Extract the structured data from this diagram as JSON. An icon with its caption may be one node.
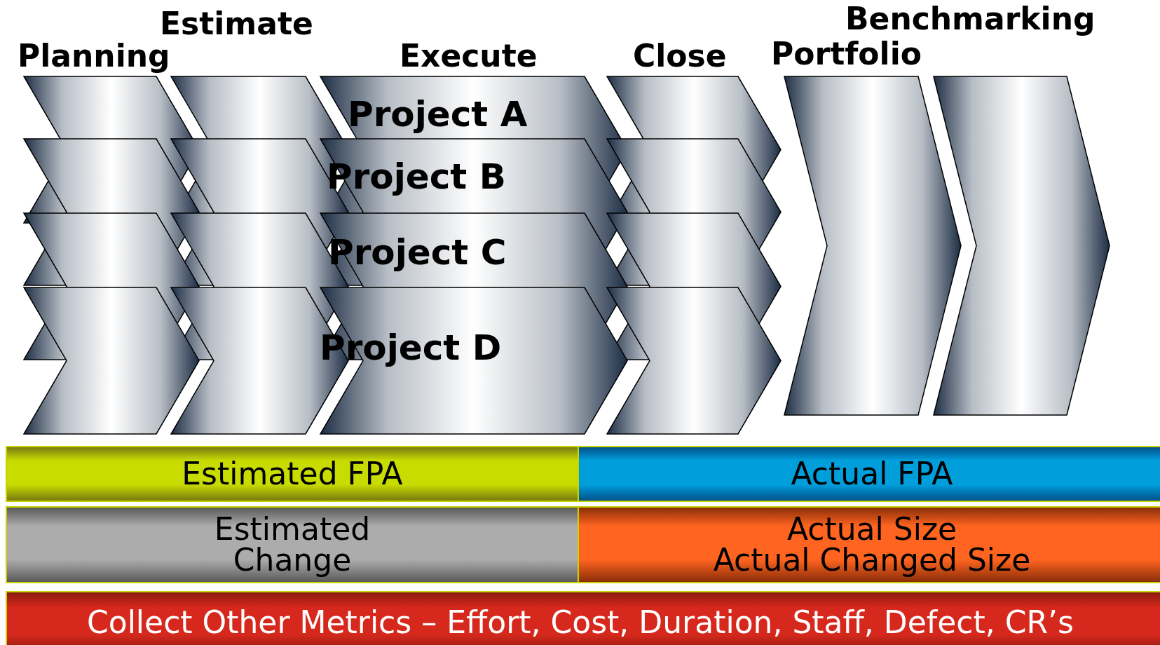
{
  "diagram": {
    "nodes": [
      {
        "text": [],
        "shape": "chevron"
      },
      {
        "text": [],
        "shape": "chevron"
      },
      {
        "text": [
          "Project A"
        ]
      },
      {
        "text": [],
        "shape": "chevron"
      },
      {
        "text": [],
        "shape": "chevron"
      },
      {
        "text": [],
        "shape": "chevron"
      },
      {
        "text": [
          "Project B"
        ]
      },
      {
        "text": [],
        "shape": "chevron"
      },
      {
        "text": [],
        "shape": "chevron"
      },
      {
        "text": [],
        "shape": "chevron"
      },
      {
        "text": [
          "Project C"
        ]
      },
      {
        "text": [],
        "shape": "chevron"
      },
      {
        "text": [],
        "shape": "chevron"
      },
      {
        "text": [],
        "shape": "chevron"
      },
      {
        "text": [
          "Project D"
        ]
      },
      {
        "text": [],
        "shape": "chevron"
      },
      {
        "text": [
          "Portfolio"
        ]
      },
      {
        "text": [
          "Benchmarking"
        ]
      },
      {
        "text": [
          "Estimated FPA"
        ]
      },
      {
        "text": [
          "Actual FPA"
        ]
      },
      {
        "text": [
          "Estimated Change"
        ]
      },
      {
        "text": [
          "Actual Size",
          "Actual Changed Size"
        ]
      },
      {
        "text": [
          "Collect Other Metrics – Effort, Cost, Duration, Staff, Defect, CR’s"
        ]
      }
    ],
    "edges": [],
    "labels": [
      "Estimate",
      "Planning",
      "Execute",
      "Close"
    ]
  }
}
